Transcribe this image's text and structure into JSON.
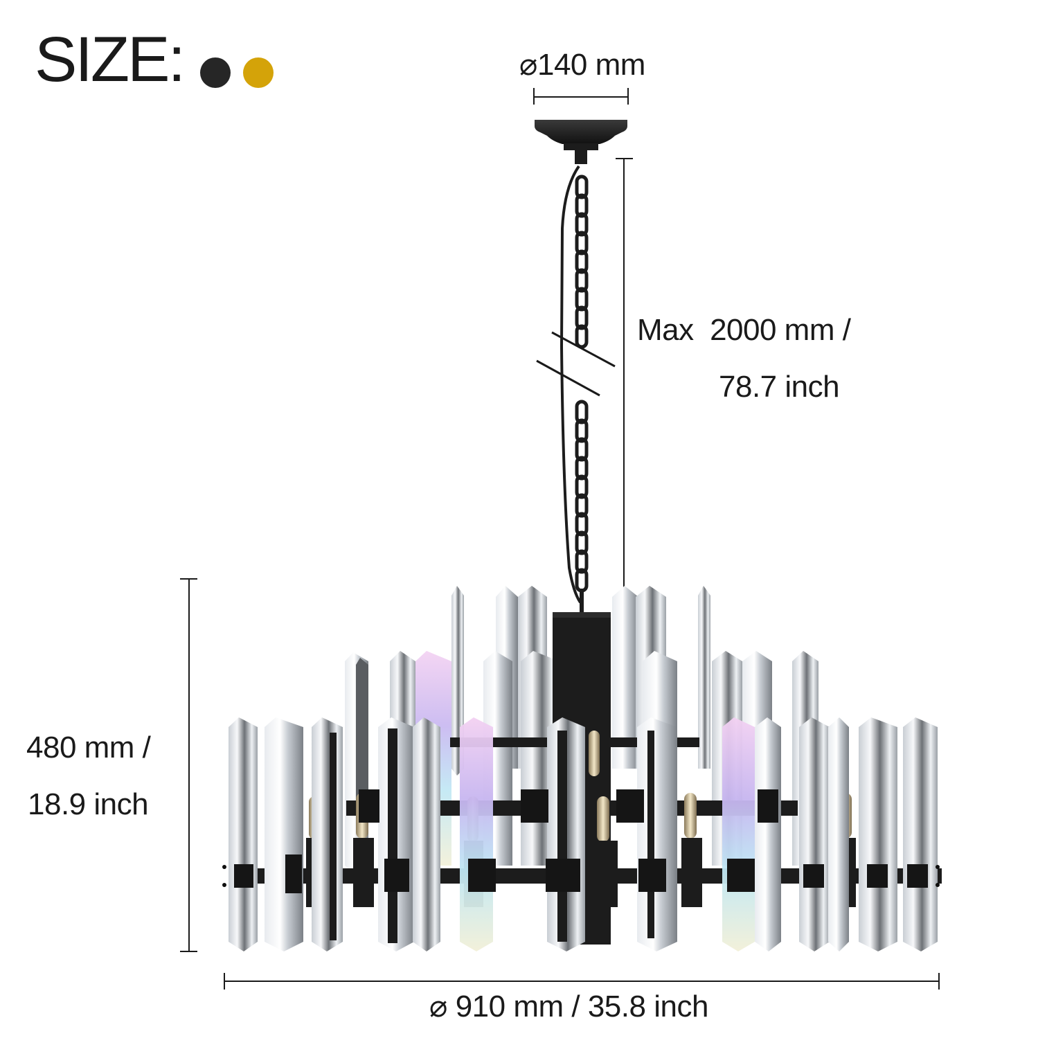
{
  "header": {
    "title": "SIZE:",
    "color_swatches": [
      {
        "name": "black",
        "color": "#262626"
      },
      {
        "name": "gold",
        "color": "#d4a309"
      }
    ]
  },
  "dimensions": {
    "canopy_diameter": "⌀140 mm",
    "chain_length_line1": "Max  2000 mm /",
    "chain_length_line2": "78.7 inch",
    "height_line1": "480 mm /",
    "height_line2": "18.9 inch",
    "diameter": "⌀ 910 mm / 35.8 inch"
  },
  "product": {
    "type": "crystal chandelier",
    "metal_color": "#1c1c1c",
    "crystal_color": "#e9edf1"
  }
}
